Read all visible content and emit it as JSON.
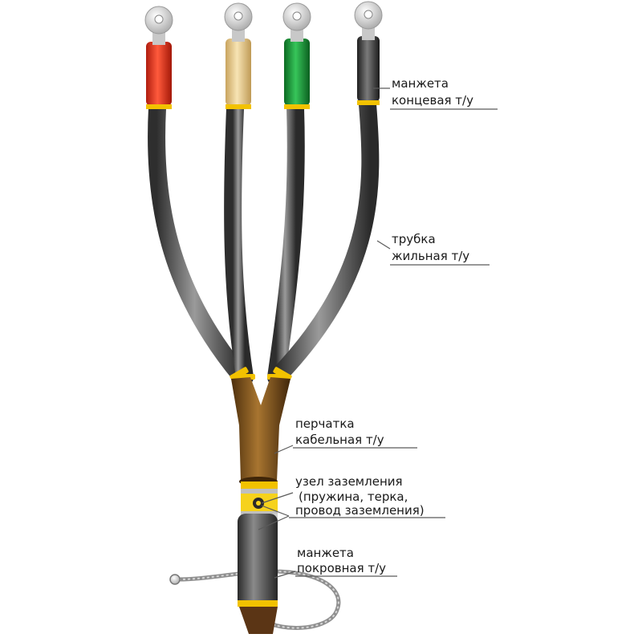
{
  "labels": {
    "end_cap": {
      "line1": "манжета",
      "line2": "концевая т/у"
    },
    "core_tube": {
      "line1": "трубка",
      "line2": "жильная т/у"
    },
    "glove": {
      "line1": "перчатка",
      "line2": "кабельная т/у"
    },
    "ground": {
      "line1": "узел заземления",
      "line2": "(пружина,  терка,",
      "line3": "провод заземления)"
    },
    "outer_sleeve": {
      "line1": "манжета",
      "line2": "покровная т/у"
    }
  },
  "colors": {
    "phase_red": "#e0341f",
    "phase_yellow": "#e8cc8a",
    "phase_green": "#1f9a3a",
    "phase_black": "#3c3c3c",
    "cable_gray": "#5c5c5c",
    "glove_brown": "#8a5a1c",
    "band_yellow": "#f2c200",
    "lug_silver": "#d9d9d9"
  }
}
